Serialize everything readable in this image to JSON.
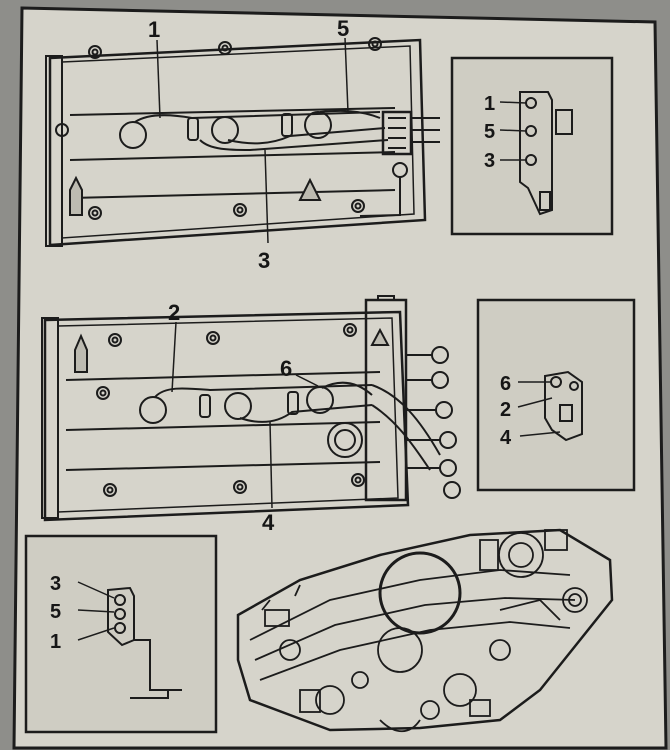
{
  "colors": {
    "page": "#d6d4cb",
    "ink": "#1c1c1c",
    "inset_fill": "#cfcdc3"
  },
  "top_view": {
    "callout_1": "1",
    "callout_5": "5",
    "callout_3": "3"
  },
  "top_inset": {
    "slot_1": "1",
    "slot_5": "5",
    "slot_3": "3"
  },
  "middle_view": {
    "callout_2": "2",
    "callout_6": "6",
    "callout_4": "4"
  },
  "middle_inset": {
    "slot_6": "6",
    "slot_2": "2",
    "slot_4": "4"
  },
  "bottom_inset": {
    "slot_3": "3",
    "slot_5": "5",
    "slot_1": "1"
  },
  "icons": [
    "cable-clip-icon",
    "spark-plug-icon",
    "engine-assembly-icon"
  ]
}
